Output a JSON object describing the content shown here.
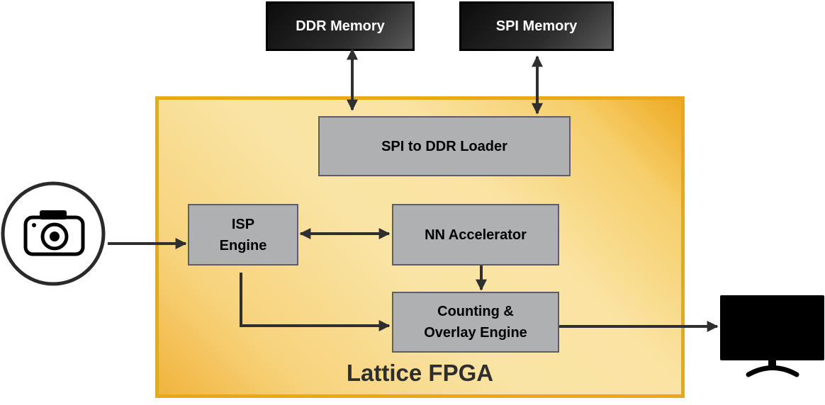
{
  "memories": {
    "ddr": "DDR Memory",
    "spi": "SPI Memory"
  },
  "fpga": {
    "title": "Lattice FPGA",
    "blocks": {
      "loader": "SPI to DDR Loader",
      "isp_line1": "ISP",
      "isp_line2": "Engine",
      "nn": "NN Accelerator",
      "counting_line1": "Counting &",
      "counting_line2": "Overlay Engine"
    }
  },
  "icons": {
    "input": "camera-icon",
    "output": "monitor-icon"
  },
  "colors": {
    "fpga_border": "#e8a819",
    "fpga_fill": "#f9e4a5",
    "block_fill": "#aeb0b2",
    "memory_fill": "#1a1a1a",
    "arrow": "#2f2f2f"
  }
}
